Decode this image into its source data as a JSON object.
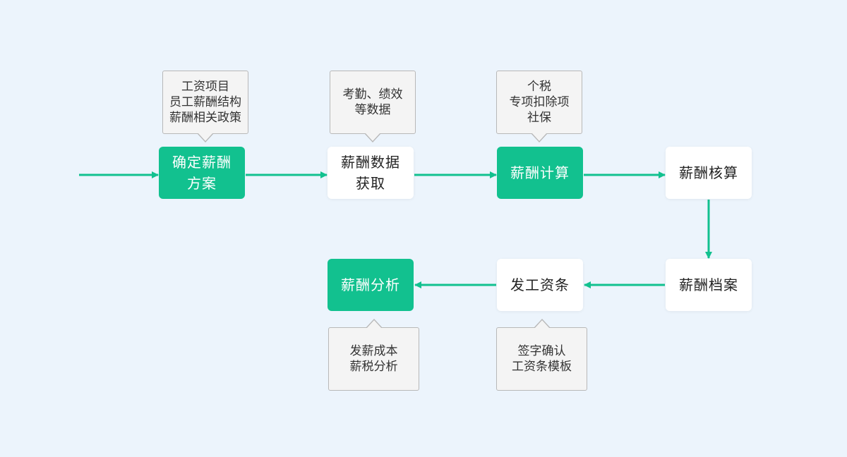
{
  "colors": {
    "accent": "#12c18f",
    "background": "#ecf4fc",
    "note_fill": "#f4f4f4",
    "note_border": "#b8b8b8"
  },
  "nodes": [
    {
      "label": "确定薪酬\n方案",
      "style": "green"
    },
    {
      "label": "薪酬数据\n获取",
      "style": "white"
    },
    {
      "label": "薪酬计算",
      "style": "green"
    },
    {
      "label": "薪酬核算",
      "style": "white"
    },
    {
      "label": "薪酬档案",
      "style": "white"
    },
    {
      "label": "发工资条",
      "style": "white"
    },
    {
      "label": "薪酬分析",
      "style": "green"
    }
  ],
  "notes": [
    {
      "text": "工资项目\n员工薪酬结构\n薪酬相关政策"
    },
    {
      "text": "考勤、绩效\n等数据"
    },
    {
      "text": "个税\n专项扣除项\n社保"
    },
    {
      "text": "签字确认\n工资条模板"
    },
    {
      "text": "发薪成本\n薪税分析"
    }
  ]
}
